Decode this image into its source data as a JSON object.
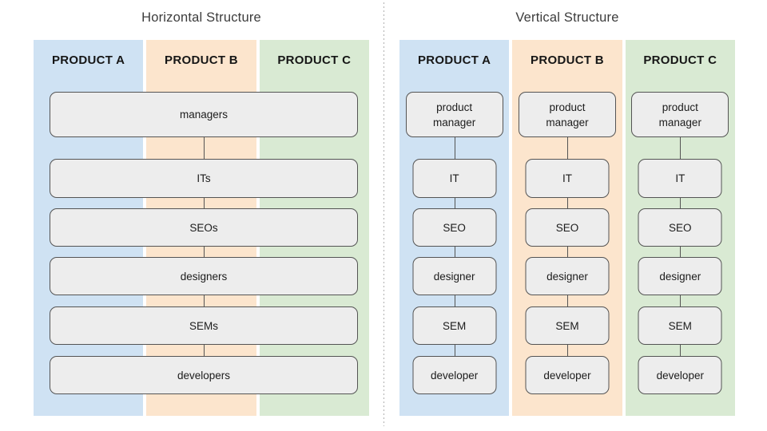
{
  "colors": {
    "col-blue": "#cfe2f3",
    "col-orange": "#fce5cd",
    "col-green": "#d9ead3",
    "box-fill": "#ededed",
    "box-border": "#545454",
    "divider": "#b0b0b0",
    "title-text": "#3c3c3c"
  },
  "horizontal": {
    "title": "Horizontal Structure",
    "columns": [
      {
        "label": "PRODUCT A"
      },
      {
        "label": "PRODUCT B"
      },
      {
        "label": "PRODUCT C"
      }
    ],
    "rows": [
      "managers",
      "ITs",
      "SEOs",
      "designers",
      "SEMs",
      "developers"
    ]
  },
  "vertical": {
    "title": "Vertical Structure",
    "columns": [
      {
        "label": "PRODUCT A",
        "roles": [
          "product manager",
          "IT",
          "SEO",
          "designer",
          "SEM",
          "developer"
        ]
      },
      {
        "label": "PRODUCT B",
        "roles": [
          "product manager",
          "IT",
          "SEO",
          "designer",
          "SEM",
          "developer"
        ]
      },
      {
        "label": "PRODUCT C",
        "roles": [
          "product manager",
          "IT",
          "SEO",
          "designer",
          "SEM",
          "developer"
        ]
      }
    ]
  }
}
